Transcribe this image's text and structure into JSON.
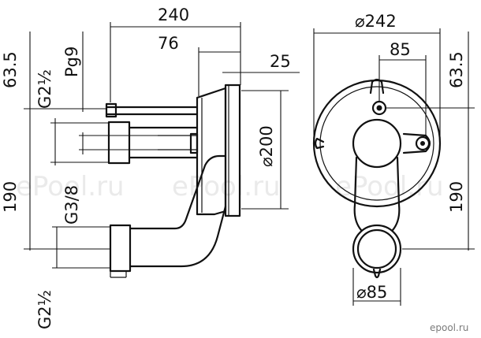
{
  "dimensions": {
    "width_240": "240",
    "width_76": "76",
    "width_25": "25",
    "height_63_5_left": "63.5",
    "pg9": "Pg9",
    "g2_half_top": "G2½",
    "diameter_200": "⌀200",
    "g3_8": "G3/8",
    "height_190_left": "190",
    "g2_half_bottom": "G2½",
    "diameter_242": "⌀242",
    "width_85": "85",
    "height_63_5_right": "63.5",
    "height_190_right": "190",
    "diameter_85": "⌀85"
  },
  "watermark": {
    "text1": "ePool.ru",
    "text2": "ePool.ru",
    "text3": "ePool.ru"
  },
  "brand": "epool.ru"
}
